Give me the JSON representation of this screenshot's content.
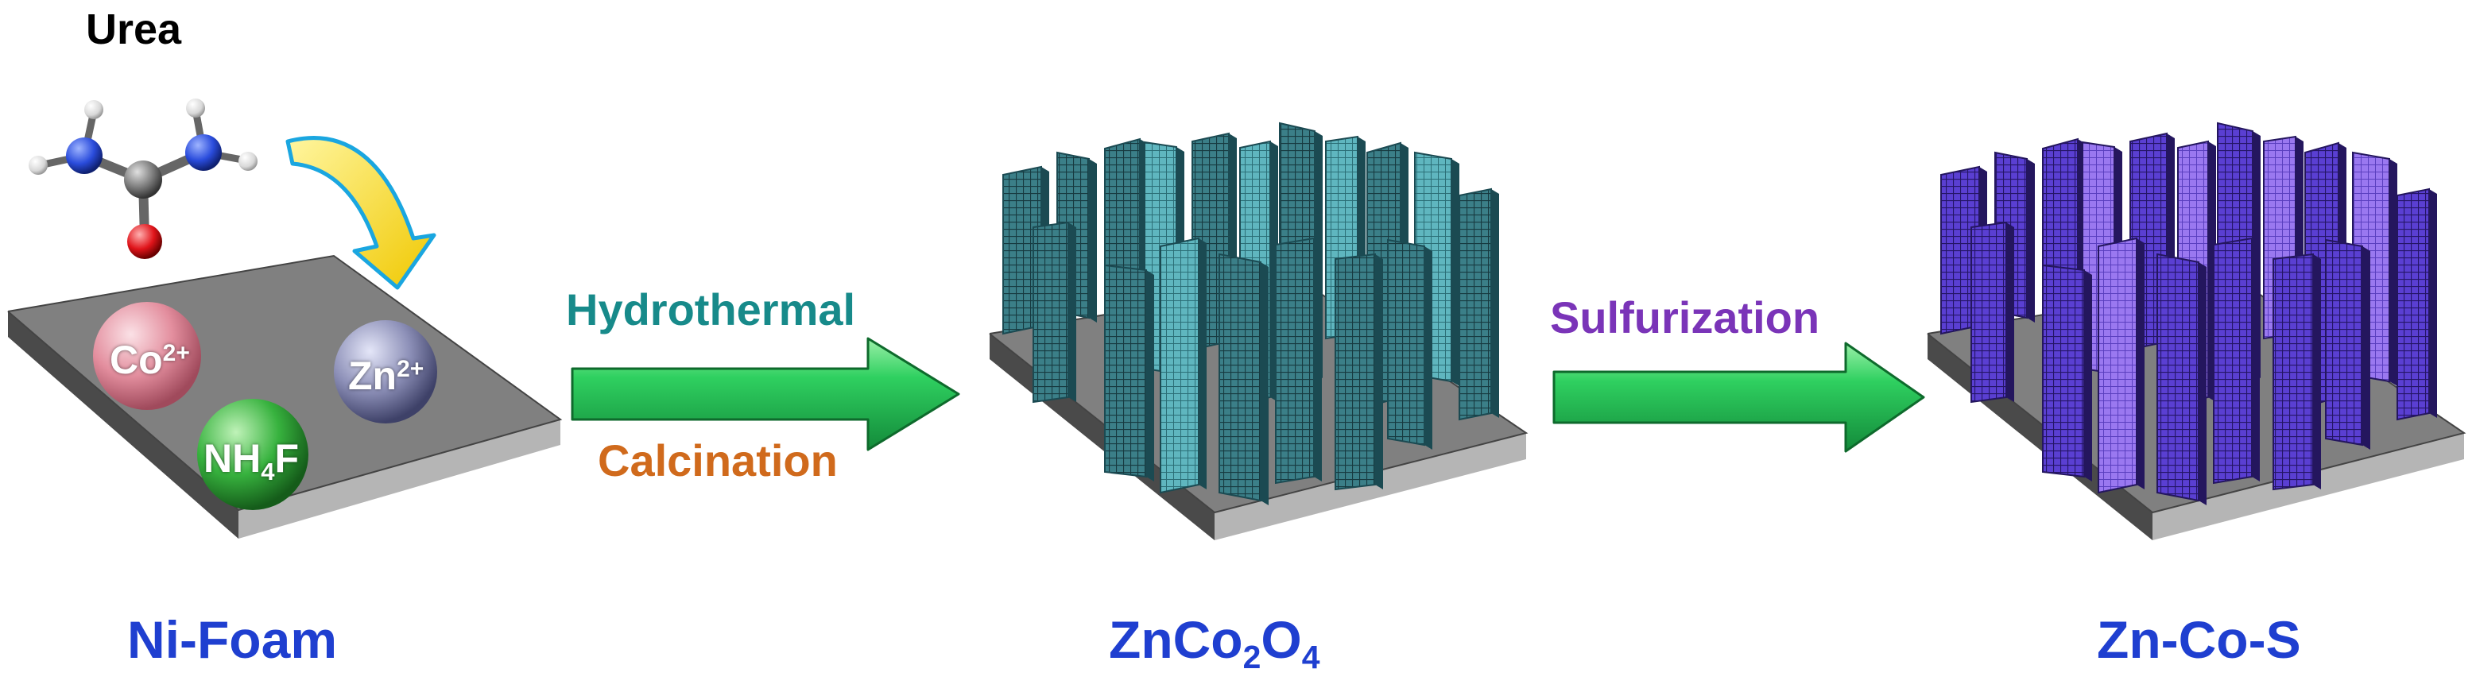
{
  "reagent": {
    "label": "Urea"
  },
  "ions": {
    "co": {
      "base": "Co",
      "charge": "2+"
    },
    "zn": {
      "base": "Zn",
      "charge": "2+"
    },
    "nh4f": {
      "a": "NH",
      "sub": "4",
      "b": "F"
    }
  },
  "steps": {
    "step1_top": "Hydrothermal",
    "step1_bottom": "Calcination",
    "step2_top": "Sulfurization"
  },
  "products": {
    "substrate": "Ni-Foam",
    "intermediate": {
      "a": "ZnCo",
      "sub1": "2",
      "b": "O",
      "sub2": "4"
    },
    "final": "Zn-Co-S"
  },
  "colors": {
    "product_label": "#1f3fd0",
    "hydrothermal": "#178a8a",
    "calcination": "#d06a1c",
    "sulfurization": "#7a34b8",
    "arrow": "#22c45a",
    "teal_sheet": "#3a7d86",
    "violet_sheet": "#5a3fd0",
    "substrate": "#7a7a7a"
  }
}
